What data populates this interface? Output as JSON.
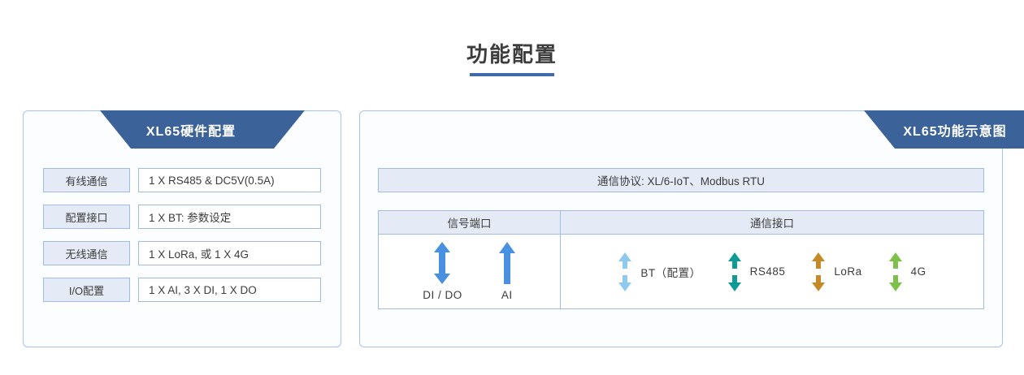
{
  "page": {
    "title": "功能配置",
    "accent_color": "#3b6299",
    "border_color": "#9fbce4",
    "label_fill": "#e4ebf6"
  },
  "left_panel": {
    "banner_title": "XL65硬件配置",
    "rows": [
      {
        "label": "有线通信",
        "value": "1 X RS485 & DC5V(0.5A)"
      },
      {
        "label": "配置接口",
        "value": "1 X BT: 参数设定"
      },
      {
        "label": "无线通信",
        "value": "1 X LoRa, 或 1 X 4G"
      },
      {
        "label": "I/O配置",
        "value": "1 X AI, 3 X DI, 1 X DO"
      }
    ]
  },
  "right_panel": {
    "banner_title": "XL65功能示意图",
    "protocol_bar": "通信协议: XL/6-IoT、Modbus RTU",
    "columns": {
      "signal_header": "信号端口",
      "comm_header": "通信接口"
    },
    "signal_ports": [
      {
        "label": "DI / DO",
        "icon": "double-arrow-icon",
        "color": "#4a90e2",
        "direction": "bidirectional"
      },
      {
        "label": "AI",
        "icon": "up-arrow-icon",
        "color": "#4a90e2",
        "direction": "up"
      }
    ],
    "comm_ports": [
      {
        "label": "BT（配置）",
        "icon": "double-arrow-split-icon",
        "color": "#8ecaf0",
        "direction": "bidirectional"
      },
      {
        "label": "RS485",
        "icon": "double-arrow-split-icon",
        "color": "#0f9a96",
        "direction": "bidirectional"
      },
      {
        "label": "LoRa",
        "icon": "double-arrow-split-icon",
        "color": "#c48a28",
        "direction": "bidirectional"
      },
      {
        "label": "4G",
        "icon": "double-arrow-split-icon",
        "color": "#7dc248",
        "direction": "bidirectional"
      }
    ]
  }
}
